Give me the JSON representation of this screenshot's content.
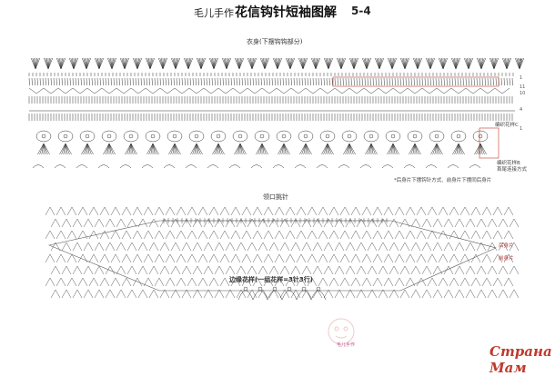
{
  "header": {
    "brand": "毛儿手作",
    "title": "花信钩针短袖图解",
    "page": "5-4"
  },
  "sections": {
    "body": "衣身(下摆钩钩部分)",
    "neck": "领口挑针",
    "border": "边缘花样(一组花样=3针3行)"
  },
  "row_numbers": [
    "5",
    "1",
    "11",
    "10",
    "4",
    "1"
  ],
  "labels": {
    "pattern_c": "编织花样C",
    "pattern_b_line1": "编织花样B",
    "pattern_b_line2": "首尾连接方式",
    "note": "*后身片下摆钩针方式、前身片下摆同后身片",
    "back_piece": "后身片",
    "front_piece": "前身片"
  },
  "watermark": {
    "site": "Страна Мам",
    "stamp": "毛儿手作"
  },
  "colors": {
    "line": "#333333",
    "accent": "#c0392b",
    "stamp": "#e8b9a8"
  }
}
